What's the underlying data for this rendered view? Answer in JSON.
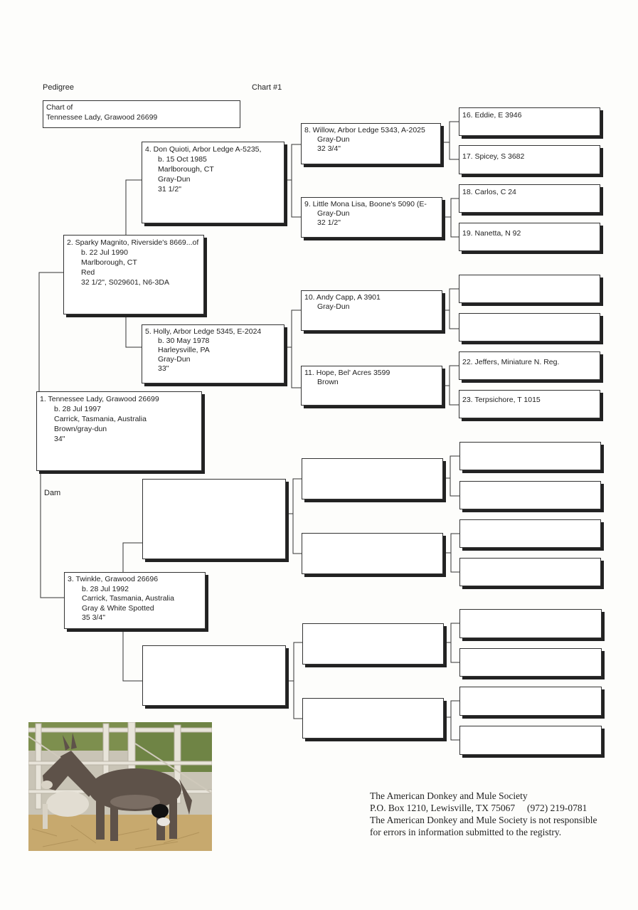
{
  "header": {
    "pedigree_label": "Pedigree",
    "chart_number": "Chart #1",
    "chart_of_line1": "Chart of",
    "chart_of_line2": "Tennessee Lady, Grawood 26699"
  },
  "dam_label": "Dam",
  "subject": {
    "name": "1. Tennessee Lady, Grawood 26699",
    "born": "b. 28 Jul 1997",
    "place": "Carrick, Tasmania, Australia",
    "color": "Brown/gray-dun",
    "height": "34\""
  },
  "sire": {
    "name": "2. Sparky Magnito, Riverside's 8669...of",
    "born": "b. 22 Jul 1990",
    "place": "Marlborough, CT",
    "color": "Red",
    "height": "32 1/2\", S029601, N6-3DA"
  },
  "dam": {
    "name": "3. Twinkle, Grawood 26696",
    "born": "b. 28 Jul 1992",
    "place": "Carrick, Tasmania, Australia",
    "color": "Gray & White Spotted",
    "height": "35 3/4\""
  },
  "gen3": {
    "p4": {
      "name": "4. Don Quioti, Arbor Ledge A-5235,",
      "born": "b. 15 Oct 1985",
      "place": "Marlborough, CT",
      "color": "Gray-Dun",
      "height": "31 1/2\""
    },
    "p5": {
      "name": "5. Holly, Arbor Ledge 5345, E-2024",
      "born": "b. 30 May 1978",
      "place": "Harleysville, PA",
      "color": "Gray-Dun",
      "height": "33\""
    }
  },
  "gen4": {
    "p8": {
      "name": "8. Willow, Arbor Ledge 5343, A-2025",
      "color": "Gray-Dun",
      "height": "32 3/4\""
    },
    "p9": {
      "name": "9. Little Mona Lisa, Boone's 5090 (E-",
      "color": "Gray-Dun",
      "height": "32 1/2\""
    },
    "p10": {
      "name": "10. Andy Capp, A 3901",
      "color": "Gray-Dun"
    },
    "p11": {
      "name": "11. Hope, Bel' Acres 3599",
      "color": "Brown"
    }
  },
  "gen5": {
    "p16": "16. Eddie, E 3946",
    "p17": "17. Spicey, S 3682",
    "p18": "18. Carlos, C 24",
    "p19": "19. Nanetta, N 92",
    "p22": "22. Jeffers, Miniature N. Reg.",
    "p23": "23. Terpsichore, T 1015"
  },
  "footer": {
    "line1": "The American Donkey and Mule Society",
    "line2": "P.O. Box 1210, Lewisville, TX 75067",
    "phone": "(972) 219-0781",
    "line3": "The American Donkey and Mule Society is not responsible",
    "line4": "for errors in information submitted to the registry."
  },
  "photo": {
    "subject": "donkey-photo"
  }
}
